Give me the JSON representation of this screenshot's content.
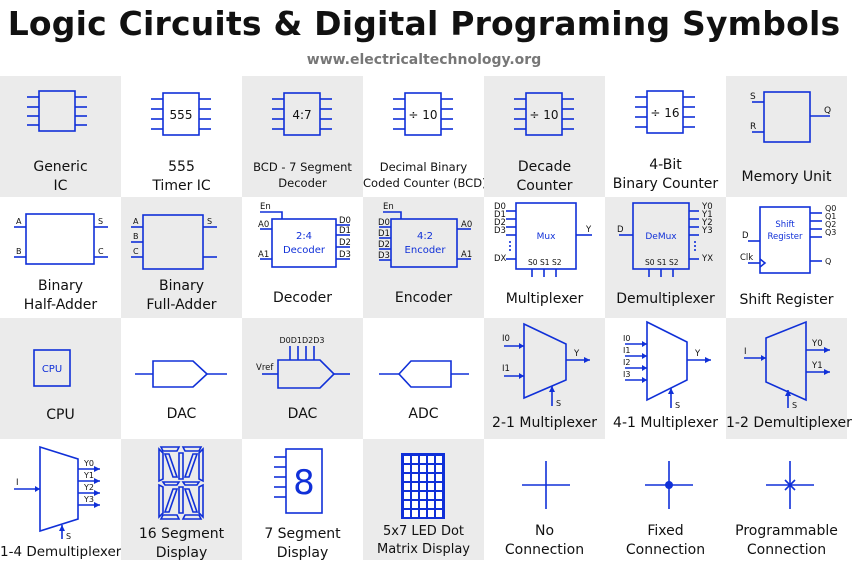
{
  "header": {
    "title": "Logic Circuits & Digital Programing Symbols",
    "url": "www.electricaltechnology.org"
  },
  "cells": {
    "generic_ic": {
      "line1": "Generic",
      "line2": "IC"
    },
    "timer_555": {
      "line1": "555",
      "line2": "Timer IC",
      "chip": "555"
    },
    "bcd7": {
      "line1": "BCD - 7 Segment",
      "line2": "Decoder",
      "chip": "4:7"
    },
    "dec_bcd": {
      "line1": "Decimal Binary",
      "line2": "Coded Counter (BCD)",
      "chip": "÷ 10"
    },
    "decade": {
      "line1": "Decade",
      "line2": "Counter",
      "chip": "÷ 10"
    },
    "bin4": {
      "line1": "4-Bit",
      "line2": "Binary Counter",
      "chip": "÷ 16"
    },
    "memory": {
      "line1": "Memory Unit",
      "s": "S",
      "r": "R",
      "q": "Q"
    },
    "half_adder": {
      "line1": "Binary",
      "line2": "Half-Adder",
      "a": "A",
      "b": "B",
      "s": "S",
      "c": "C"
    },
    "full_adder": {
      "line1": "Binary",
      "line2": "Full-Adder",
      "a": "A",
      "b": "B",
      "c": "C",
      "s": "S"
    },
    "decoder": {
      "line1": "Decoder",
      "en": "En",
      "a0": "A0",
      "a1": "A1",
      "t1": "2:4",
      "t2": "Decoder",
      "d0": "D0",
      "d1": "D1",
      "d2": "D2",
      "d3": "D3"
    },
    "encoder": {
      "line1": "Encoder",
      "en": "En",
      "d0": "D0",
      "d1": "D1",
      "d2": "D2",
      "d3": "D3",
      "t1": "4:2",
      "t2": "Encoder",
      "a0": "A0",
      "a1": "A1"
    },
    "mux": {
      "line1": "Multiplexer",
      "d0": "D0",
      "d1": "D1",
      "d2": "D2",
      "d3": "D3",
      "dx": "DX",
      "t": "Mux",
      "y": "Y",
      "s0": "S0",
      "s1": "S1",
      "s2": "S2"
    },
    "demux": {
      "line1": "Demultiplexer",
      "d": "D",
      "t": "DeMux",
      "y0": "Y0",
      "y1": "Y1",
      "y2": "Y2",
      "y3": "Y3",
      "yx": "YX",
      "s0": "S0",
      "s1": "S1",
      "s2": "S2"
    },
    "shift": {
      "line1": "Shift Register",
      "t1": "Shift",
      "t2": "Register",
      "d": "D",
      "clk": "Clk",
      "q0": "Q0",
      "q1": "Q1",
      "q2": "Q2",
      "q3": "Q3",
      "q": "Q"
    },
    "cpu": {
      "line1": "CPU",
      "chip": "CPU"
    },
    "dac1": {
      "line1": "DAC"
    },
    "dac2": {
      "line1": "DAC",
      "top": "D0D1D2D3",
      "vref": "Vref"
    },
    "adc": {
      "line1": "ADC"
    },
    "mux21": {
      "line1": "2-1 Multiplexer",
      "i0": "I0",
      "i1": "I1",
      "y": "Y",
      "s": "S"
    },
    "mux41": {
      "line1": "4-1 Multiplexer",
      "i0": "I0",
      "i1": "I1",
      "i2": "I2",
      "i3": "I3",
      "y": "Y",
      "s": "S"
    },
    "demux12": {
      "line1": "1-2 Demultiplexer",
      "i": "I",
      "y0": "Y0",
      "y1": "Y1",
      "s": "S"
    },
    "demux14": {
      "line1": "1-4 Demultiplexer",
      "i": "I",
      "y0": "Y0",
      "y1": "Y1",
      "y2": "Y2",
      "y3": "Y3",
      "s": "S"
    },
    "seg16": {
      "line1": "16 Segment",
      "line2": "Display"
    },
    "seg7": {
      "line1": "7 Segment",
      "line2": "Display",
      "digit": "8"
    },
    "led": {
      "line1": "5x7 LED Dot",
      "line2": "Matrix Display"
    },
    "no_conn": {
      "line1": "No",
      "line2": "Connection"
    },
    "fixed_conn": {
      "line1": "Fixed",
      "line2": "Connection"
    },
    "prog_conn": {
      "line1": "Programmable",
      "line2": "Connection"
    }
  }
}
